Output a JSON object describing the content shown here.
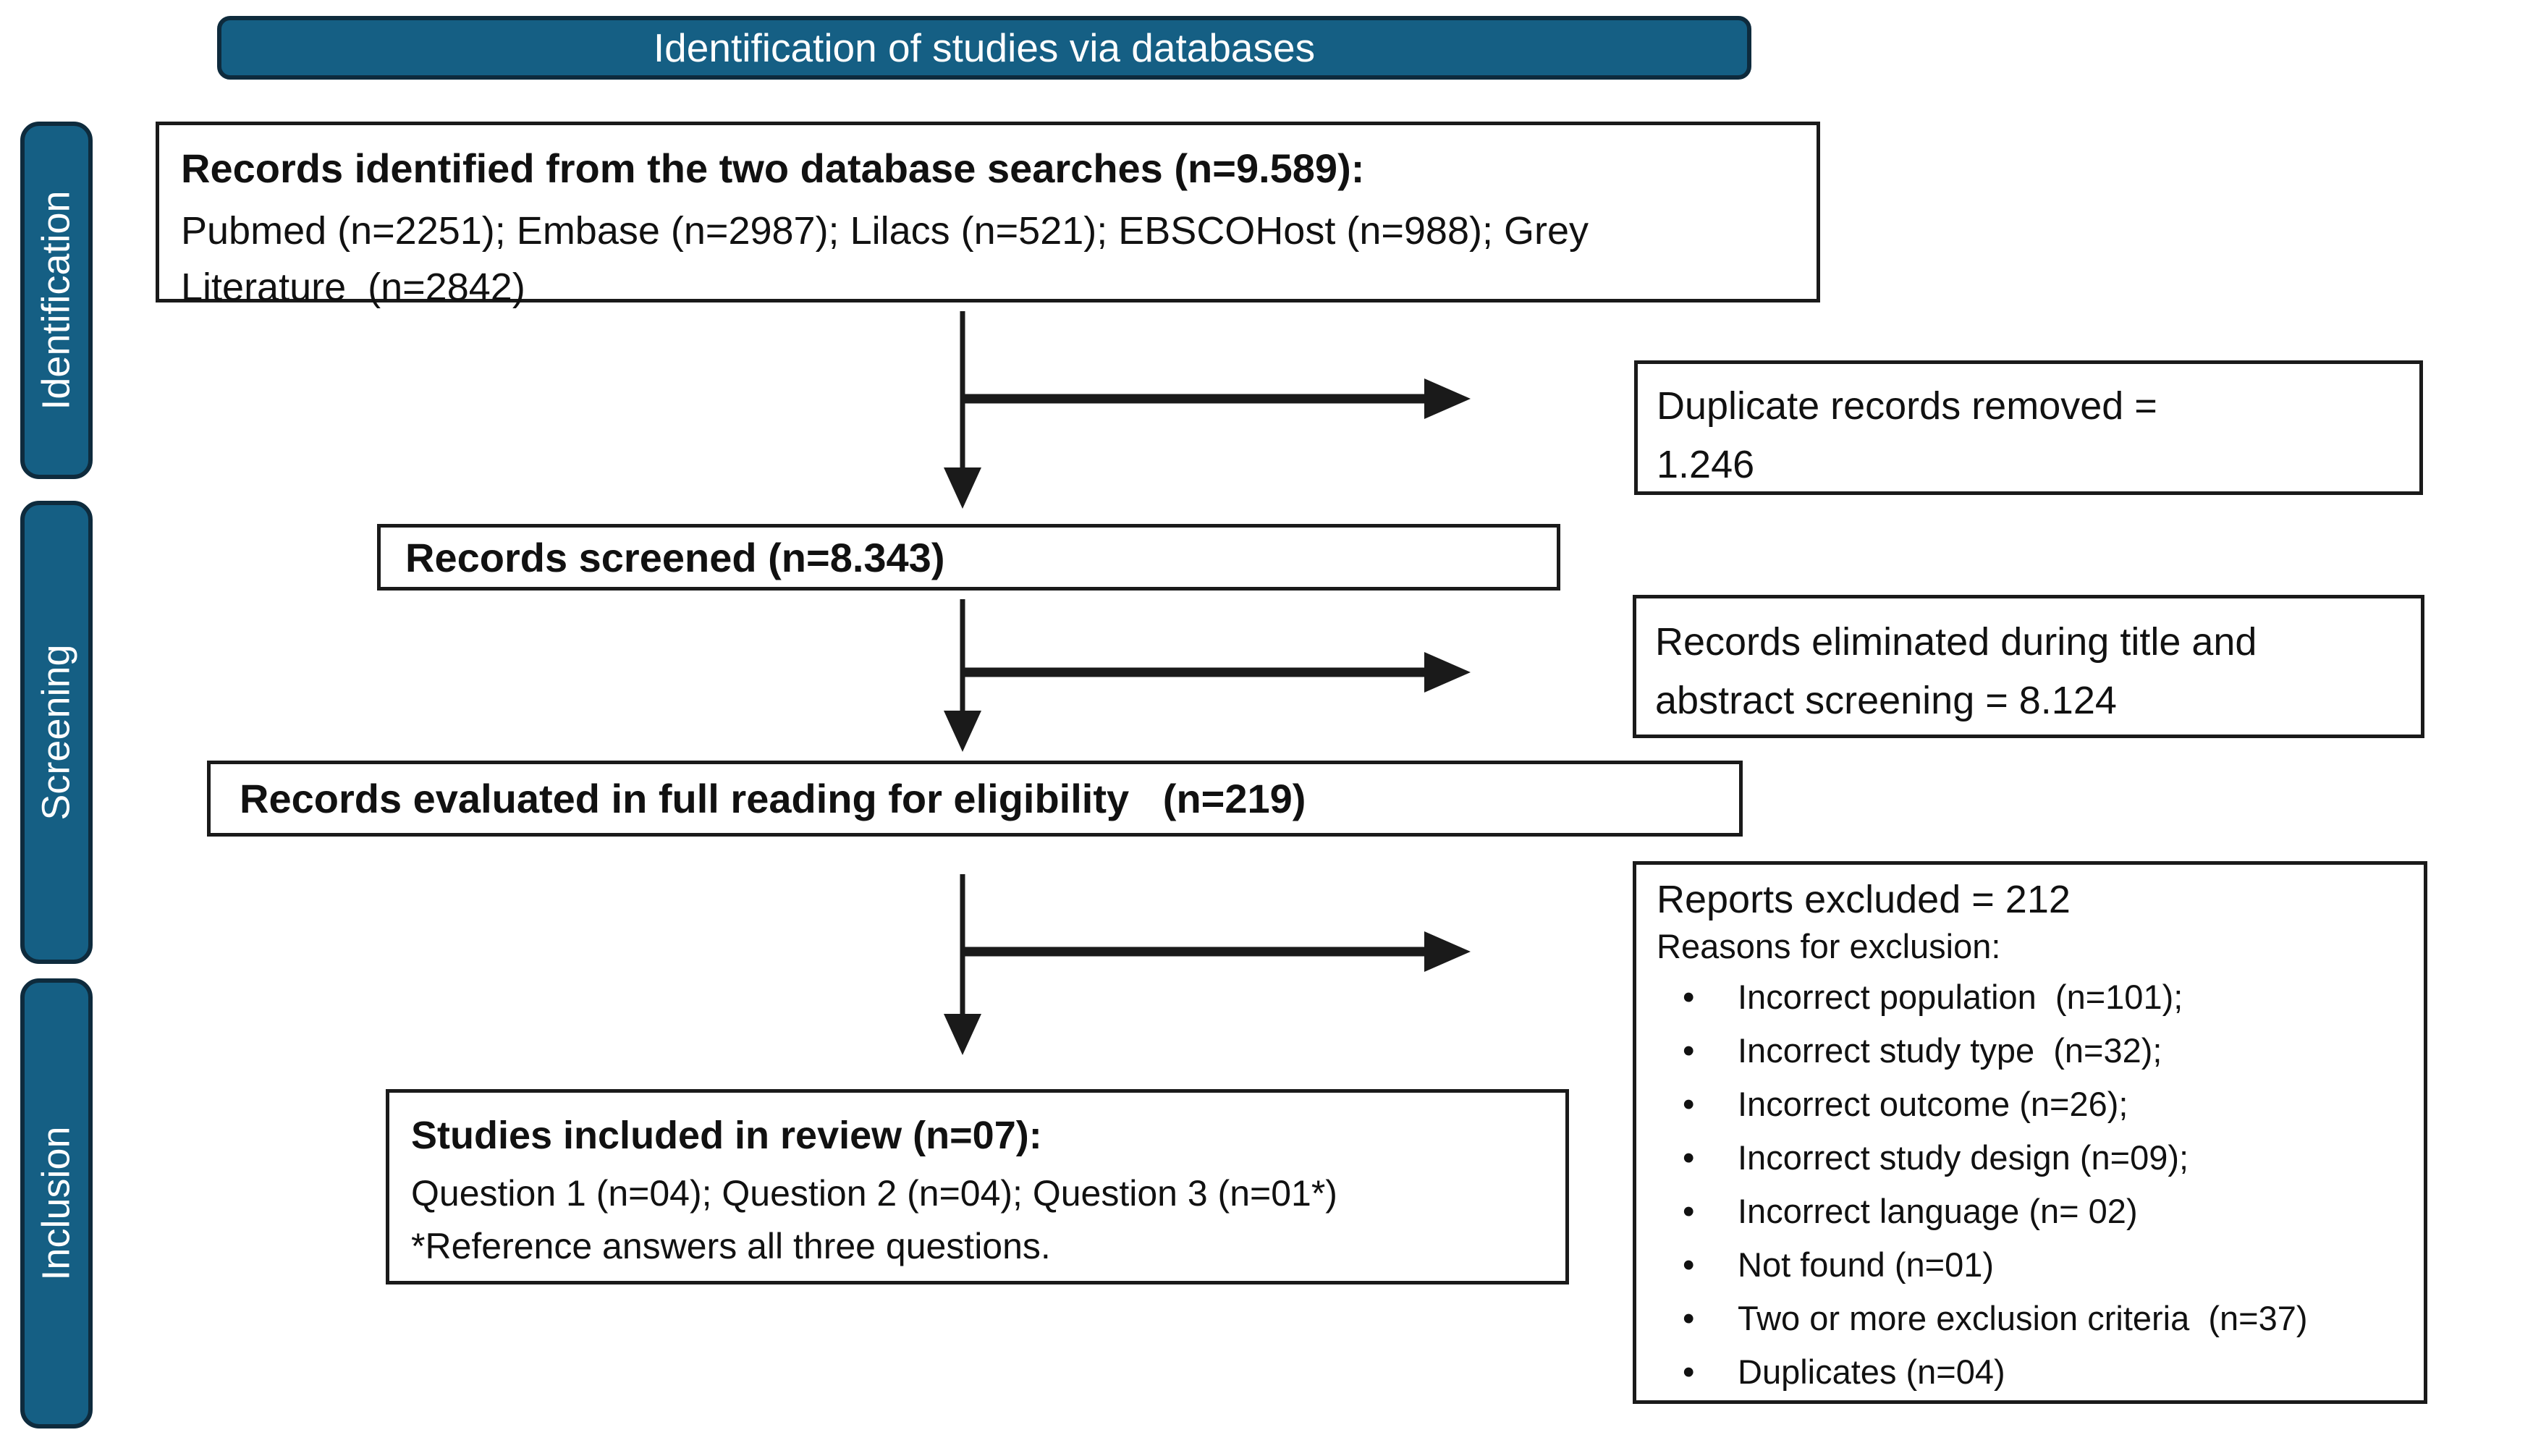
{
  "header": {
    "title": "Identification of studies via databases"
  },
  "sidebar": {
    "stages": [
      {
        "label": "Identification"
      },
      {
        "label": "Screening"
      },
      {
        "label": "Inclusion"
      }
    ]
  },
  "flow": {
    "identified": {
      "title": "Records identified from the two database searches (n=9.589):",
      "detail": "Pubmed (n=2251); Embase (n=2987); Lilacs (n=521); EBSCOHost (n=988); Grey\nLiterature  (n=2842)"
    },
    "screened": {
      "title": "Records screened (n=8.343)"
    },
    "evaluated": {
      "title": "Records evaluated in full reading for eligibility   (n=219)"
    },
    "included": {
      "title": "Studies included in review (n=07):",
      "detail": "Question 1 (n=04); Question 2 (n=04); Question 3 (n=01*)",
      "note": "*Reference answers all three questions."
    }
  },
  "side_boxes": {
    "duplicates": {
      "text": "Duplicate records removed =\n1.246"
    },
    "eliminated": {
      "text": "Records eliminated during title and\nabstract screening = 8.124"
    },
    "excluded": {
      "title": "Reports excluded = 212",
      "subtitle": "Reasons for exclusion:",
      "reasons": [
        "Incorrect population  (n=101);",
        "Incorrect study type  (n=32);",
        "Incorrect outcome (n=26);",
        "Incorrect study design (n=09);",
        "Incorrect language (n= 02)",
        "Not found (n=01)",
        "Two or more exclusion criteria  (n=37)",
        "Duplicates (n=04)"
      ]
    }
  },
  "colors": {
    "stage_fill": "#155F84",
    "stage_border": "#0E2B3D",
    "box_border": "#1A1A1A",
    "arrow": "#1A1A1A",
    "background": "#FFFFFF",
    "stage_text": "#FFFFFF"
  }
}
